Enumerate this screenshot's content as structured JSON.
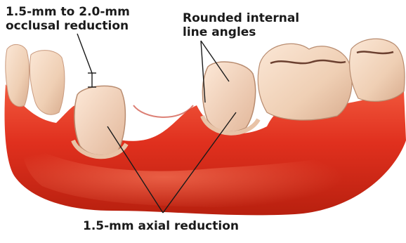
{
  "labels": {
    "occlusal_line1": "1.5-mm to 2.0-mm",
    "occlusal_line2": "occlusal reduction",
    "rounded_line1": "Rounded internal",
    "rounded_line2": "line angles",
    "axial": "1.5-mm axial reduction"
  },
  "colors": {
    "gum": "#e0301e",
    "gum_dark": "#b8200f",
    "gum_light": "#f56a4e",
    "tooth": "#f2d2b8",
    "tooth_shadow": "#c99a7e",
    "line": "#1a1a1a"
  }
}
